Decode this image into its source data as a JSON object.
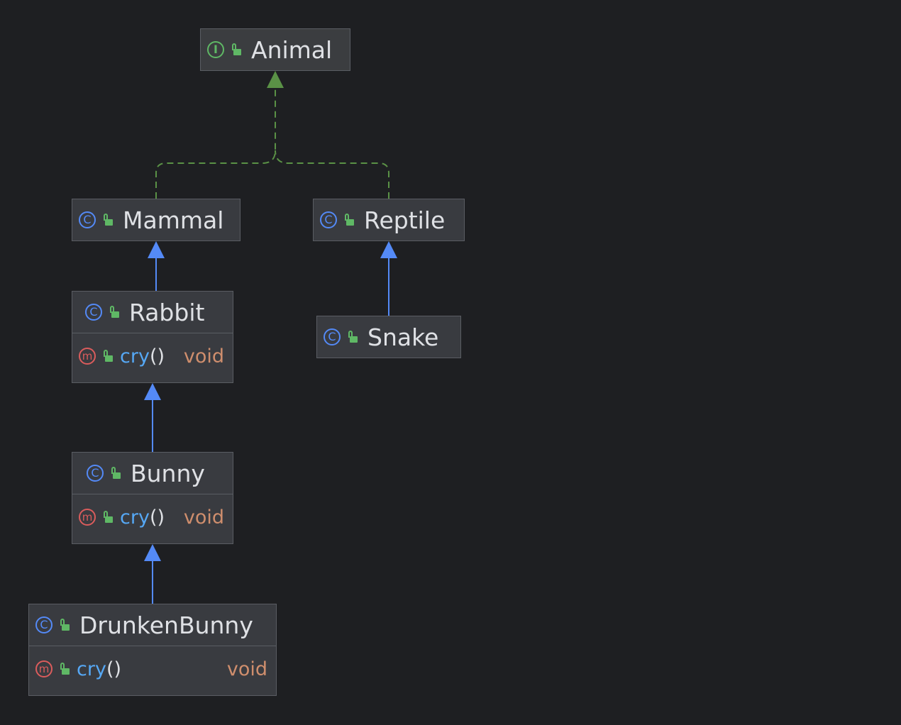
{
  "colors": {
    "background": "#1e1f22",
    "node_fill": "#393b40",
    "node_border": "#5a5d63",
    "text": "#dfe1e5",
    "method_name": "#56a8f5",
    "return_type": "#cf8e6d",
    "class_badge": "#548af7",
    "interface_badge": "#5fb865",
    "method_badge": "#db5c5c",
    "extends_edge": "#548af7",
    "implements_edge": "#5a9146"
  },
  "nodes": {
    "animal": {
      "name": "Animal",
      "kind": "interface",
      "kind_icon": "interface-icon",
      "visibility_icon": "public-lock-icon"
    },
    "mammal": {
      "name": "Mammal",
      "kind": "class",
      "kind_icon": "class-icon",
      "visibility_icon": "public-lock-icon"
    },
    "reptile": {
      "name": "Reptile",
      "kind": "class",
      "kind_icon": "class-icon",
      "visibility_icon": "public-lock-icon"
    },
    "rabbit": {
      "name": "Rabbit",
      "kind": "class",
      "kind_icon": "class-icon",
      "visibility_icon": "public-lock-icon",
      "methods": [
        {
          "name": "cry",
          "parens": "()",
          "type": "void",
          "icon": "method-icon"
        }
      ]
    },
    "snake": {
      "name": "Snake",
      "kind": "class",
      "kind_icon": "class-icon",
      "visibility_icon": "public-lock-icon"
    },
    "bunny": {
      "name": "Bunny",
      "kind": "class",
      "kind_icon": "class-icon",
      "visibility_icon": "public-lock-icon",
      "methods": [
        {
          "name": "cry",
          "parens": "()",
          "type": "void",
          "icon": "method-icon"
        }
      ]
    },
    "drunkenbunny": {
      "name": "DrunkenBunny",
      "kind": "class",
      "kind_icon": "class-icon",
      "visibility_icon": "public-lock-icon",
      "methods": [
        {
          "name": "cry",
          "parens": "()",
          "type": "void",
          "icon": "method-icon"
        }
      ]
    }
  },
  "edges": [
    {
      "from": "Mammal",
      "to": "Animal",
      "relation": "implements"
    },
    {
      "from": "Reptile",
      "to": "Animal",
      "relation": "implements"
    },
    {
      "from": "Rabbit",
      "to": "Mammal",
      "relation": "extends"
    },
    {
      "from": "Snake",
      "to": "Reptile",
      "relation": "extends"
    },
    {
      "from": "Bunny",
      "to": "Rabbit",
      "relation": "extends"
    },
    {
      "from": "DrunkenBunny",
      "to": "Bunny",
      "relation": "extends"
    }
  ]
}
